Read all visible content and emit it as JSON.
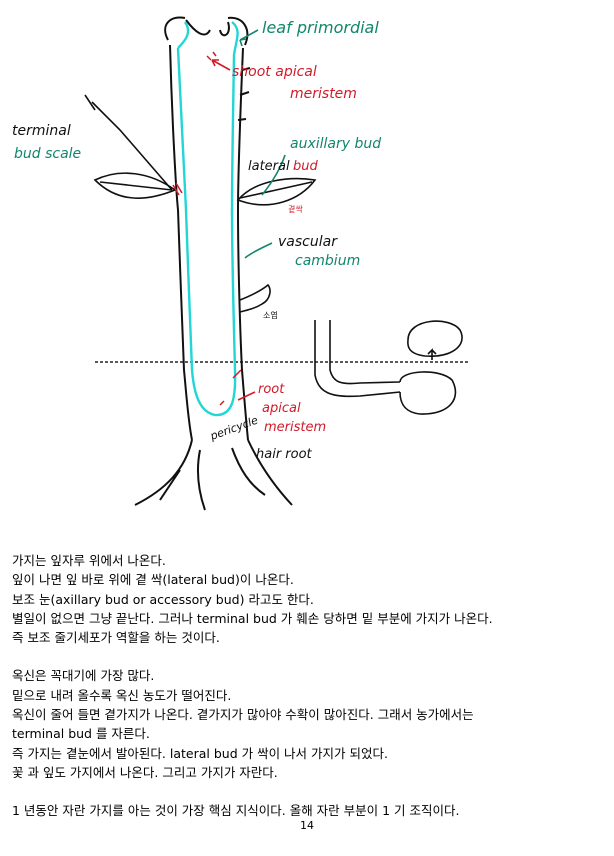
{
  "figure": {
    "labels": {
      "leaf_primordial": "leaf primordial",
      "shoot_apical_1": "shoot apical",
      "shoot_apical_2": "meristem",
      "terminal_1": "terminal",
      "terminal_2": "bud scale",
      "axillary_1": "auxillary bud",
      "lateral_1": "lateral",
      "lateral_2": "bud",
      "lateral_ko": "곁싹",
      "vascular_1": "vascular",
      "vascular_2": "cambium",
      "branch_ko": "소엽",
      "root_apical_1": "root",
      "root_apical_2": "apical",
      "root_apical_3": "meristem",
      "pericycle": "pericycle",
      "hair_root": "hair root"
    },
    "colors": {
      "green": "#12866b",
      "red": "#d11a2a",
      "cyan": "#22d6d6",
      "ink": "#111111"
    }
  },
  "paragraphs": [
    {
      "lines": [
        "가지는 잎자루 위에서 나온다.",
        "잎이 나면 잎 바로 위에 곁 싹(lateral bud)이 나온다.",
        "보조 눈(axillary bud or accessory bud) 라고도 한다.",
        "별일이 없으면 그냥 끝난다. 그러나 terminal bud 가 훼손 당하면 밑 부분에 가지가 나온다.",
        "즉 보조 줄기세포가 역할을 하는 것이다."
      ]
    },
    {
      "lines": [
        "옥신은 꼭대기에 가장 많다.",
        "밑으로 내려 올수록 옥신 농도가 떨어진다.",
        "옥신이 줄어 들면 곁가지가 나온다. 곁가지가 많아야 수확이 많아진다. 그래서 농가에서는",
        "terminal bud 를 자른다.",
        "즉 가지는 곁눈에서 발아된다. lateral bud 가 싹이 나서 가지가 되었다.",
        "꽃 과 잎도 가지에서 나온다. 그리고 가지가 자란다."
      ]
    },
    {
      "lines": [
        "1 년동안 자란 가지를 아는 것이 가장 핵심 지식이다. 올해 자란 부분이 1 기 조직이다."
      ]
    }
  ],
  "page_number": "14"
}
